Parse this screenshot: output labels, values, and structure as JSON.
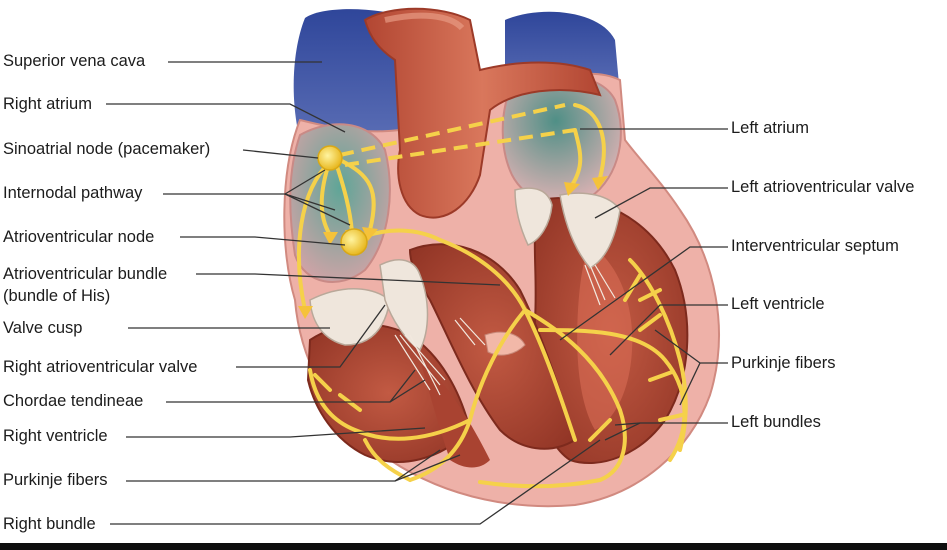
{
  "labels_left": [
    "Superior vena cava",
    "Right atrium",
    "Sinoatrial node (pacemaker)",
    "Internodal pathway",
    "Atrioventricular node",
    "Atrioventricular bundle",
    "(bundle of His)",
    "Valve cusp",
    "Right atrioventricular valve",
    "Chordae tendineae",
    "Right ventricle",
    "Purkinje fibers",
    "Right bundle"
  ],
  "labels_right": [
    "Left atrium",
    "Left atrioventricular valve",
    "Interventricular septum",
    "Left ventricle",
    "Purkinje fibers",
    "Left bundles"
  ],
  "colors": {
    "vein_blue": "#3a4f9e",
    "atrium_green": "#4f8f86",
    "muscle": "#b84f3a",
    "pericardium_pink": "#eeb1a8",
    "conduction_yellow": "#f5d14a",
    "valve_white": "#efe6dc",
    "aorta_red": "#c2573f"
  }
}
